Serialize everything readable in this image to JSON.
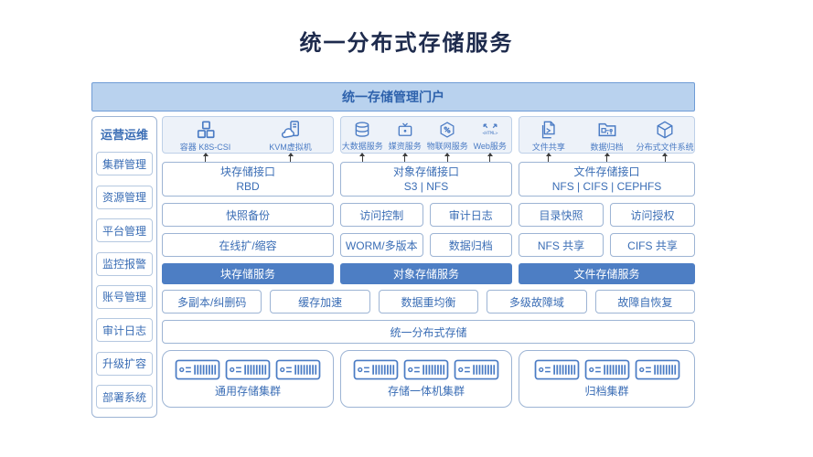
{
  "title": "统一分布式存储服务",
  "portal": {
    "label": "统一存储管理门户"
  },
  "sidebar": {
    "header": "运营运维",
    "items": [
      "集群管理",
      "资源管理",
      "平台管理",
      "监控报警",
      "账号管理",
      "审计日志",
      "升级扩容",
      "部署系统"
    ]
  },
  "columns": [
    {
      "icons": [
        {
          "name": "container-icon",
          "label": "容器 K8S-CSI"
        },
        {
          "name": "kvm-icon",
          "label": "KVM虚拟机"
        }
      ],
      "interface": {
        "line1": "块存储接口",
        "line2": "RBD"
      },
      "rows": [
        [
          "快照备份"
        ],
        [
          "在线扩/缩容"
        ]
      ],
      "service": "块存储服务"
    },
    {
      "icons": [
        {
          "name": "bigdata-icon",
          "label": "大数据服务"
        },
        {
          "name": "media-icon",
          "label": "媒资服务"
        },
        {
          "name": "iot-icon",
          "label": "物联网服务"
        },
        {
          "name": "web-icon",
          "label": "Web服务"
        }
      ],
      "interface": {
        "line1": "对象存储接口",
        "line2": "S3 | NFS"
      },
      "rows": [
        [
          "访问控制",
          "审计日志"
        ],
        [
          "WORM/多版本",
          "数据归档"
        ]
      ],
      "service": "对象存储服务"
    },
    {
      "icons": [
        {
          "name": "file-share-icon",
          "label": "文件共享"
        },
        {
          "name": "data-archive-icon",
          "label": "数据归档"
        },
        {
          "name": "dfs-icon",
          "label": "分布式文件系统"
        }
      ],
      "interface": {
        "line1": "文件存储接口",
        "line2": "NFS | CIFS | CEPHFS"
      },
      "rows": [
        [
          "目录快照",
          "访问授权"
        ],
        [
          "NFS 共享",
          "CIFS 共享"
        ]
      ],
      "service": "文件存储服务"
    }
  ],
  "platform_features": [
    "多副本/纠删码",
    "缓存加速",
    "数据重均衡",
    "多级故障域",
    "故障自恢复"
  ],
  "unified_layer": {
    "label": "统一分布式存储"
  },
  "clusters": [
    {
      "label": "通用存储集群"
    },
    {
      "label": "存储一体机集群"
    },
    {
      "label": "归档集群"
    }
  ],
  "colors": {
    "title_navy": "#1e2b4d",
    "text_blue": "#3a6db5",
    "icon_blue": "#4a7bc4",
    "service_bar_blue": "#4d7ec4",
    "banner_bg": "#b9d2ee",
    "banner_border": "#6f9cd6",
    "box_border": "#9db4d4",
    "icon_box_bg": "#edf2f9"
  }
}
